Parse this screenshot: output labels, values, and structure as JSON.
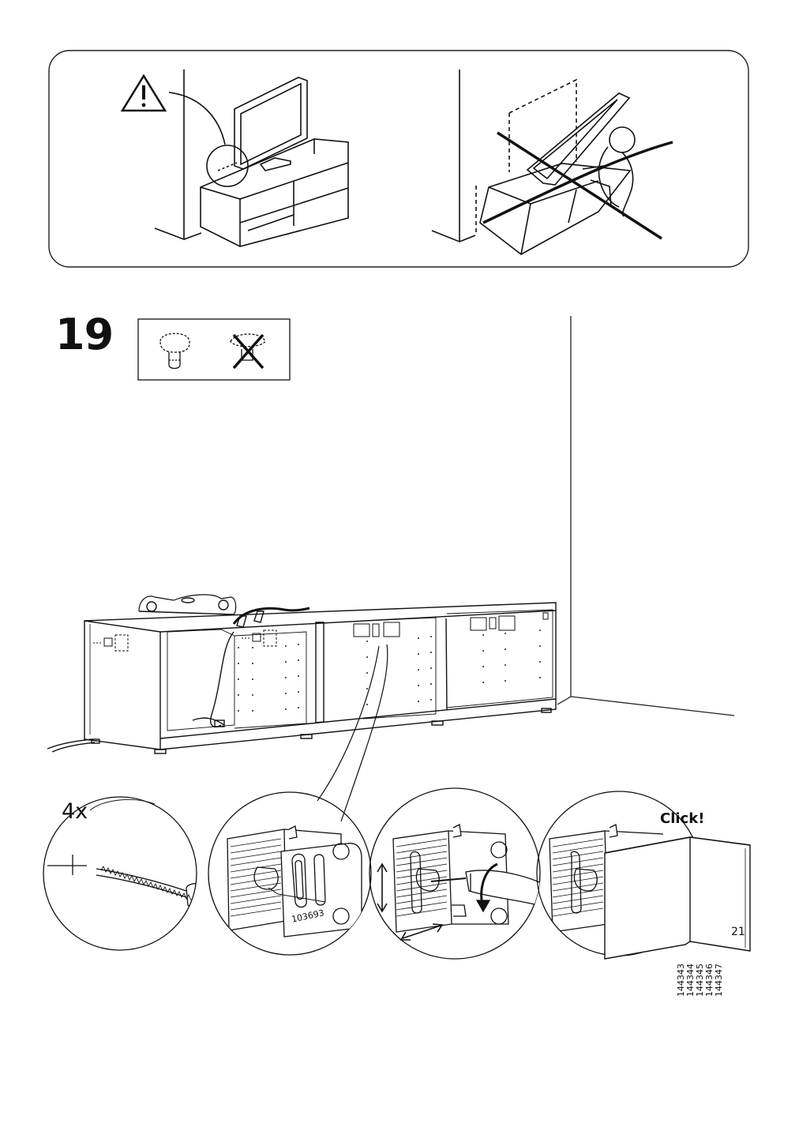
{
  "step": {
    "number": "19"
  },
  "detail": {
    "quantity": "4x",
    "click_label": "Click!",
    "part_number": "103693",
    "article_numbers": [
      "144343",
      "144344",
      "144345",
      "144346",
      "144347"
    ]
  },
  "page": {
    "number": "21"
  },
  "icons": [
    "warning-triangle-icon",
    "screw-head-correct-icon",
    "screw-head-wrong-icon",
    "screw-icon",
    "screwdriver-icon",
    "rotate-arrow-icon"
  ]
}
